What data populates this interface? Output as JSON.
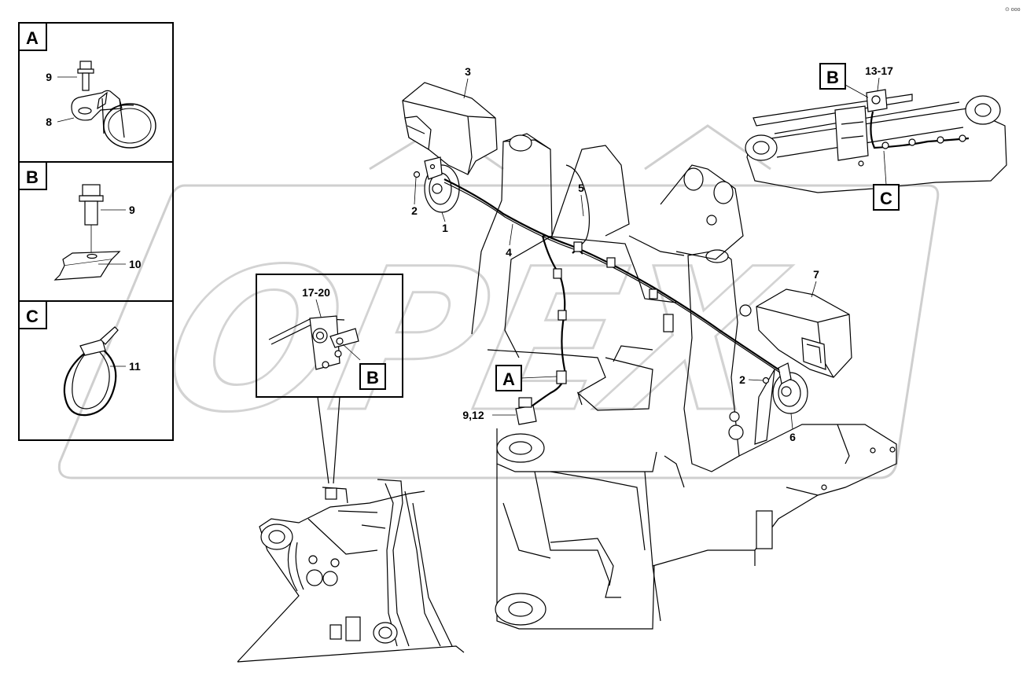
{
  "watermark": {
    "text": "OPEX"
  },
  "corner_mark": "⊙ ooo",
  "detail_boxes": [
    {
      "id": "A",
      "label": "A",
      "callouts": [
        "9",
        "8"
      ]
    },
    {
      "id": "B",
      "label": "B",
      "callouts": [
        "9",
        "10"
      ]
    },
    {
      "id": "C",
      "label": "C",
      "callouts": [
        "11"
      ]
    }
  ],
  "inset": {
    "label": "B",
    "callout": "17-20"
  },
  "main_callouts": {
    "c1": "1",
    "c2a": "2",
    "c2b": "2",
    "c3": "3",
    "c4": "4",
    "c5": "5",
    "c6": "6",
    "c7": "7",
    "c912": "9,12"
  },
  "markers": {
    "A": "A",
    "B": "B",
    "C": "C"
  },
  "top_right": {
    "callout": "13-17"
  }
}
